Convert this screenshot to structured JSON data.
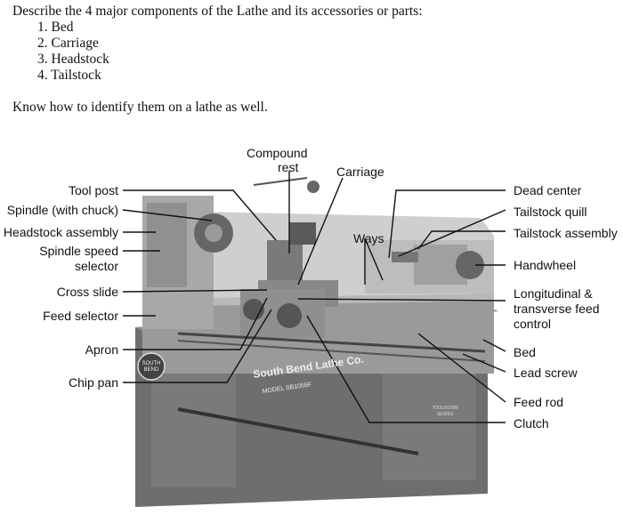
{
  "question": "Describe the 4 major components of the Lathe and its accessories or parts:",
  "parts": [
    "1.  Bed",
    "2.  Carriage",
    "3.  Headstock",
    "4.  Tailstock"
  ],
  "note": "Know how to identify them on a lathe as well.",
  "diagram": {
    "left_labels": {
      "tool_post": "Tool post",
      "spindle": "Spindle (with chuck)",
      "headstock_assembly": "Headstock assembly",
      "spindle_speed_1": "Spindle speed",
      "spindle_speed_2": "selector",
      "cross_slide": "Cross slide",
      "feed_selector": "Feed selector",
      "apron": "Apron",
      "chip_pan": "Chip pan"
    },
    "top_labels": {
      "compound_1": "Compound",
      "compound_2": "rest",
      "carriage": "Carriage",
      "ways": "Ways"
    },
    "right_labels": {
      "dead_center": "Dead center",
      "tailstock_quill": "Tailstock quill",
      "tailstock_assembly": "Tailstock assembly",
      "handwheel": "Handwheel",
      "long_feed_1": "Longitudinal &",
      "long_feed_2": "transverse feed",
      "long_feed_3": "control",
      "bed": "Bed",
      "lead_screw": "Lead screw",
      "feed_rod": "Feed rod",
      "clutch": "Clutch"
    },
    "machine_text": {
      "brand": "South Bend Lathe Co.",
      "model": "MODEL SB1055F",
      "badge_1": "SOUTH",
      "badge_2": "BEND",
      "series_1": "TOOLROOM",
      "series_2": "SERIES"
    }
  }
}
